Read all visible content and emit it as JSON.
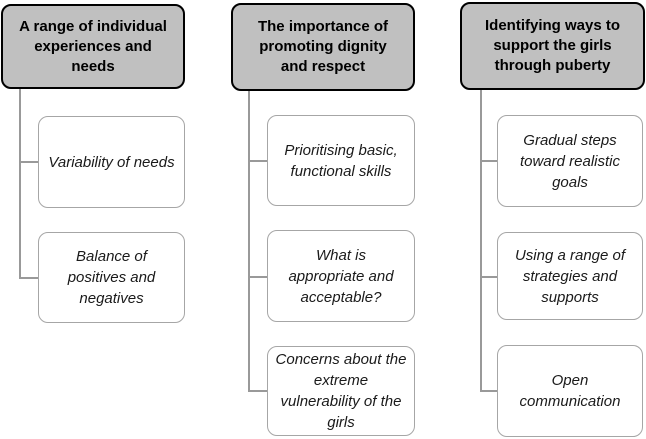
{
  "diagram": {
    "type": "hierarchy-figure",
    "colors": {
      "header_fill": "#c0c0c0",
      "header_border": "#000000",
      "node_fill": "#ffffff",
      "node_border": "#a6a6a6",
      "connector": "#999999"
    },
    "columns": [
      {
        "header": "A range of individual\nexperiences and\nneeds",
        "children": [
          {
            "label": "Variability of needs"
          },
          {
            "label": "Balance of\npositives and\nnegatives"
          }
        ]
      },
      {
        "header": "The importance of\npromoting dignity\nand respect",
        "children": [
          {
            "label": "Prioritising basic,\nfunctional skills"
          },
          {
            "label": "What is\nappropriate and\nacceptable?"
          },
          {
            "label": "Concerns about the\nextreme\nvulnerability of the\ngirls"
          }
        ]
      },
      {
        "header": "Identifying ways to\nsupport the girls\nthrough puberty",
        "children": [
          {
            "label": "Gradual steps\ntoward realistic\ngoals"
          },
          {
            "label": "Using a range of\nstrategies and\nsupports"
          },
          {
            "label": "Open\ncommunication"
          }
        ]
      }
    ]
  }
}
